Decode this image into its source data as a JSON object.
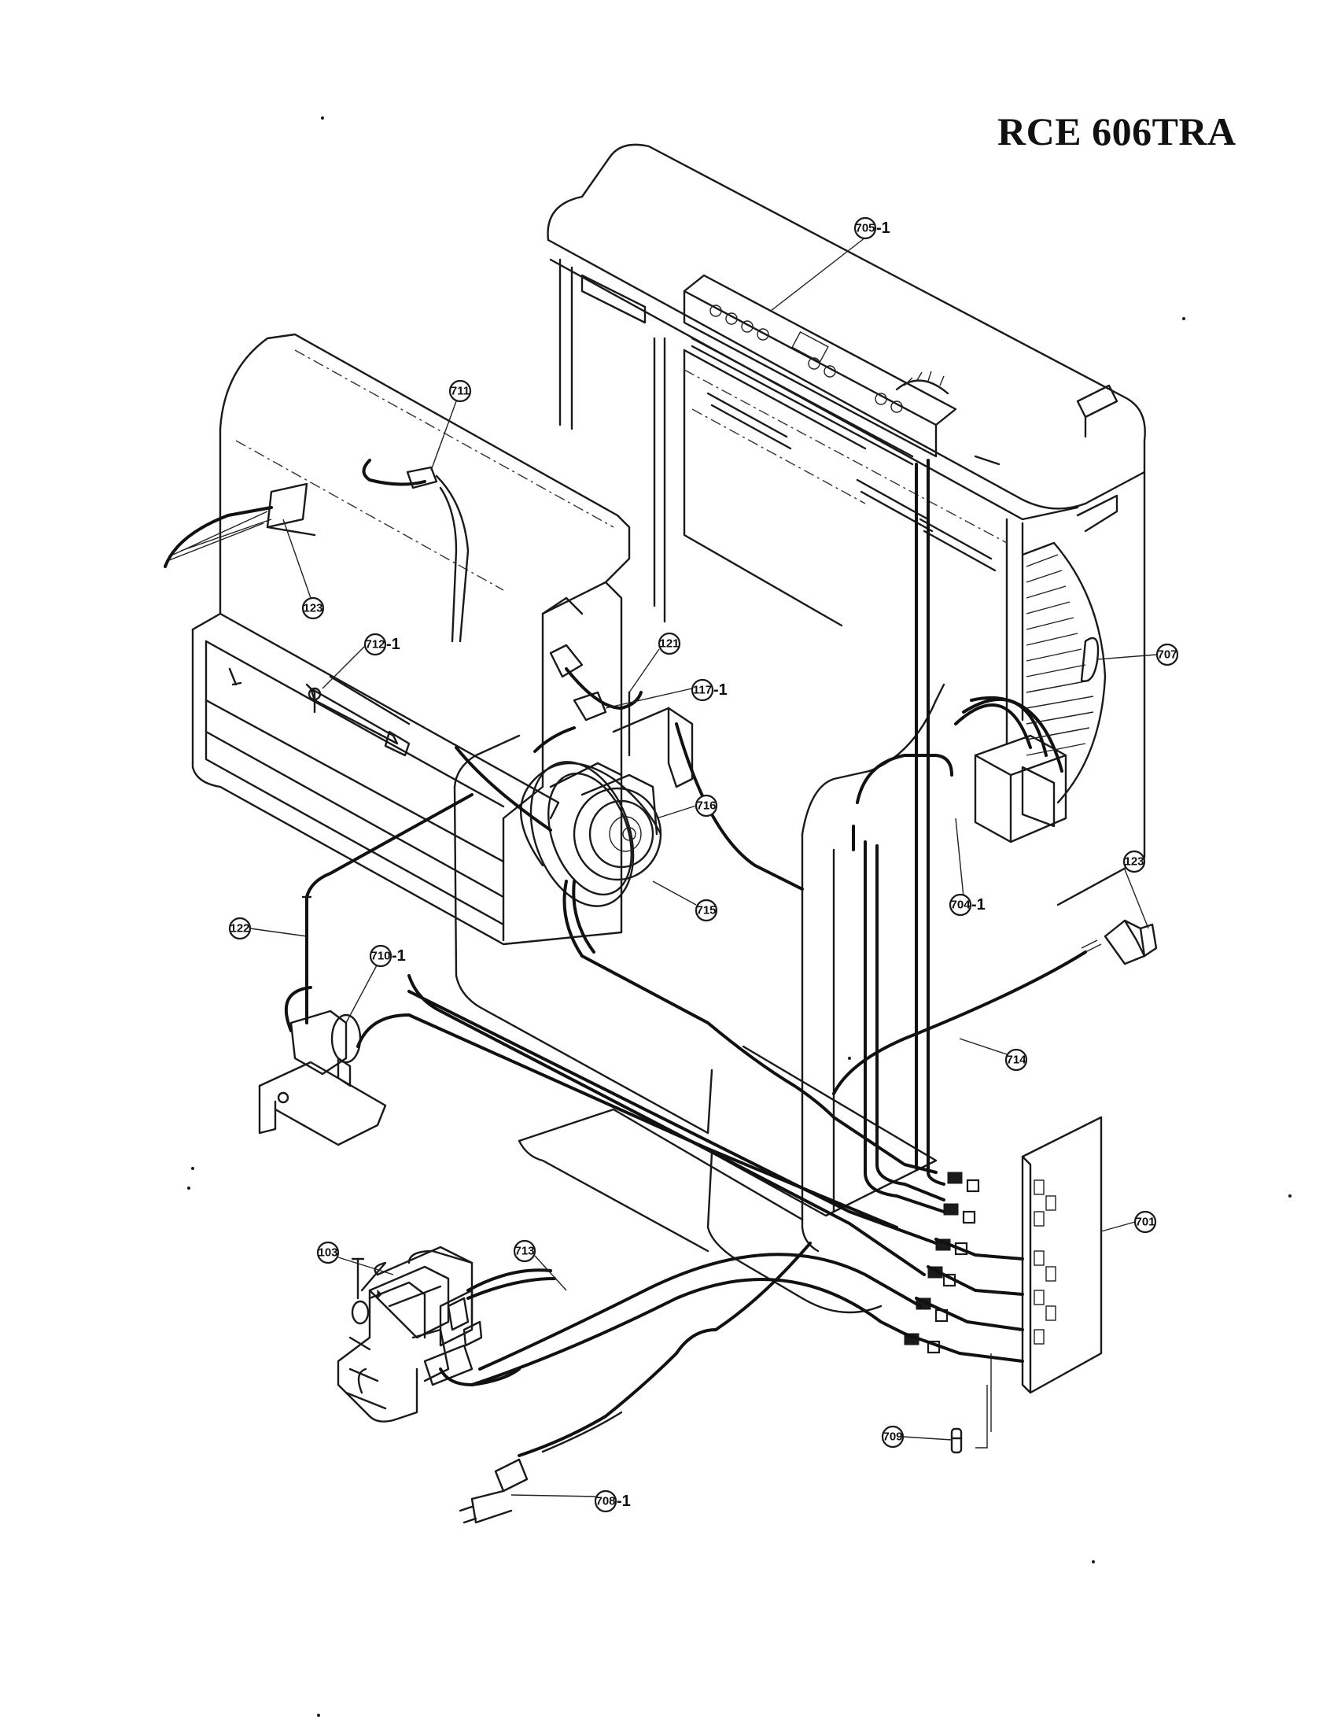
{
  "title": "RCE 606TRA",
  "callouts": [
    {
      "id": "c705",
      "number": "705",
      "suffix": "-1"
    },
    {
      "id": "c711",
      "number": "711",
      "suffix": ""
    },
    {
      "id": "c123a",
      "number": "123",
      "suffix": ""
    },
    {
      "id": "c712",
      "number": "712",
      "suffix": "-1"
    },
    {
      "id": "c121",
      "number": "121",
      "suffix": ""
    },
    {
      "id": "c117",
      "number": "117",
      "suffix": "-1"
    },
    {
      "id": "c707",
      "number": "707",
      "suffix": ""
    },
    {
      "id": "c716",
      "number": "716",
      "suffix": ""
    },
    {
      "id": "c715",
      "number": "715",
      "suffix": ""
    },
    {
      "id": "c704",
      "number": "704",
      "suffix": "-1"
    },
    {
      "id": "c122",
      "number": "122",
      "suffix": ""
    },
    {
      "id": "c123b",
      "number": "123",
      "suffix": ""
    },
    {
      "id": "c710",
      "number": "710",
      "suffix": "-1"
    },
    {
      "id": "c714",
      "number": "714",
      "suffix": ""
    },
    {
      "id": "c701",
      "number": "701",
      "suffix": ""
    },
    {
      "id": "c103",
      "number": "103",
      "suffix": ""
    },
    {
      "id": "c713",
      "number": "713",
      "suffix": ""
    },
    {
      "id": "c709",
      "number": "709",
      "suffix": ""
    },
    {
      "id": "c708",
      "number": "708",
      "suffix": "-1"
    }
  ]
}
